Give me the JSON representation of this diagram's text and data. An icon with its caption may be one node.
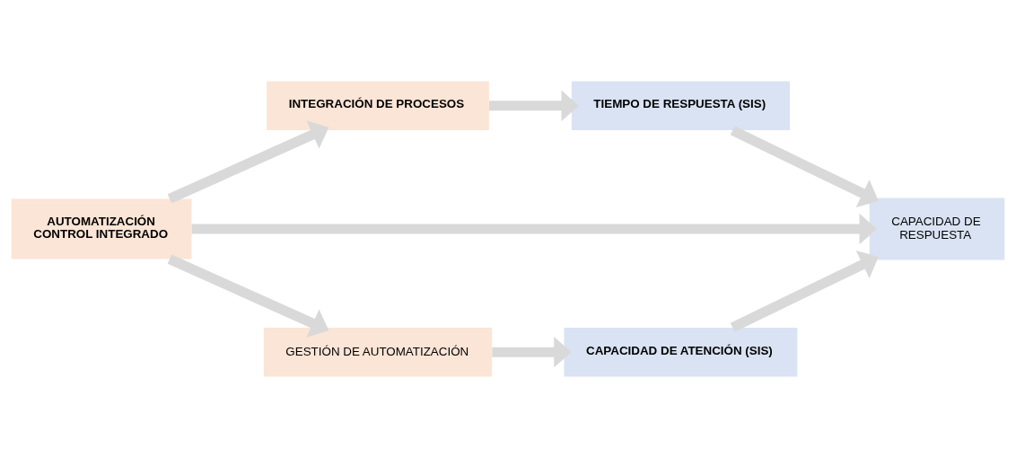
{
  "diagram": {
    "nodes": [
      {
        "text": [
          "AUTOMATIZACIÓN CONTROL INTEGRADO"
        ]
      },
      {
        "text": [
          "INTEGRACIÓN DE PROCESOS"
        ]
      },
      {
        "text": [
          "TIEMPO DE RESPUESTA (SIS)"
        ]
      },
      {
        "text": [
          "CAPACIDAD DE RESPUESTA"
        ]
      },
      {
        "text": [
          "GESTIÓN DE AUTOMATIZACIÓN"
        ]
      },
      {
        "text": [
          "CAPACIDAD DE ATENCIÓN (SIS)"
        ]
      }
    ],
    "edges": [
      {
        "from": 0,
        "to": 1,
        "arrow": "to"
      },
      {
        "from": 1,
        "to": 2,
        "arrow": "to"
      },
      {
        "from": 2,
        "to": 3,
        "arrow": "to"
      },
      {
        "from": 0,
        "to": 3,
        "arrow": "to"
      },
      {
        "from": 0,
        "to": 4,
        "arrow": "to"
      },
      {
        "from": 4,
        "to": 5,
        "arrow": "to"
      },
      {
        "from": 5,
        "to": 3,
        "arrow": "to"
      }
    ]
  }
}
